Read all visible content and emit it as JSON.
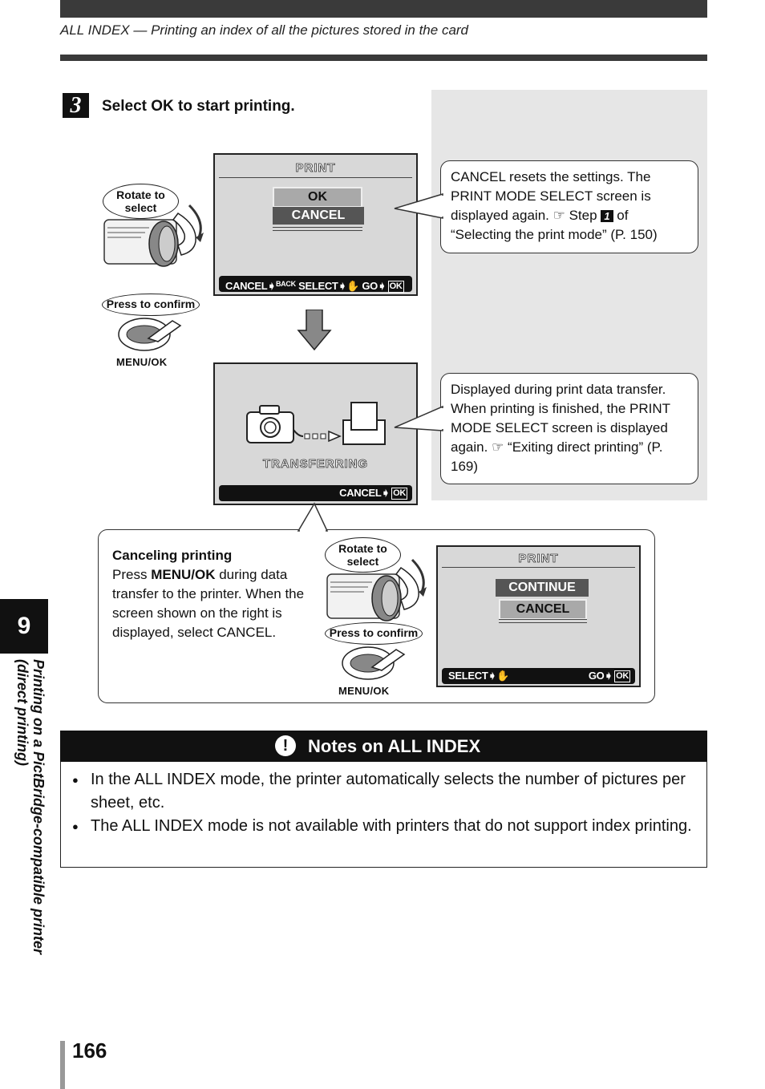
{
  "header": {
    "title": "ALL INDEX — Printing an index of all the pictures stored in the card"
  },
  "step": {
    "number": "3",
    "title": "Select OK to start printing."
  },
  "controls": {
    "rotate_label": "Rotate to select",
    "press_label": "Press to confirm",
    "button_name": "MENU/OK"
  },
  "screen1": {
    "title": "PRINT",
    "options": [
      "OK",
      "CANCEL"
    ],
    "selected": "CANCEL",
    "status": {
      "cancel": "CANCEL",
      "back": "BACK",
      "select": "SELECT",
      "go": "GO",
      "ok": "OK"
    }
  },
  "screen2": {
    "label": "TRANSFERRING",
    "status": {
      "cancel": "CANCEL",
      "ok": "OK"
    }
  },
  "callout1": {
    "text_a": "CANCEL resets the settings. The PRINT MODE SELECT screen is displayed again.",
    "step_word": "Step",
    "step_num": "1",
    "text_b": "of “Selecting the print mode” (P. 150)"
  },
  "callout2": {
    "text_a": "Displayed during print data transfer. When printing is finished, the PRINT MODE SELECT screen is displayed again.",
    "text_b": "“Exiting direct printing” (P. 169)"
  },
  "canceling": {
    "title": "Canceling printing",
    "text_a": "Press",
    "bold": "MENU/OK",
    "text_b": "during data transfer to the printer. When the screen shown on the right is displayed, select CANCEL."
  },
  "screen3": {
    "title": "PRINT",
    "options": [
      "CONTINUE",
      "CANCEL"
    ],
    "selected": "CONTINUE",
    "status": {
      "select": "SELECT",
      "go": "GO",
      "ok": "OK"
    }
  },
  "notes": {
    "title": "Notes on ALL INDEX",
    "items": [
      "In the ALL INDEX mode, the printer automatically selects the number of pictures per sheet, etc.",
      "The ALL INDEX mode is not available with printers that do not support index printing."
    ]
  },
  "side": {
    "chapter": "9",
    "text_line1": "Printing on a PictBridge-compatible printer",
    "text_line2": "(direct printing)"
  },
  "page_number": "166"
}
